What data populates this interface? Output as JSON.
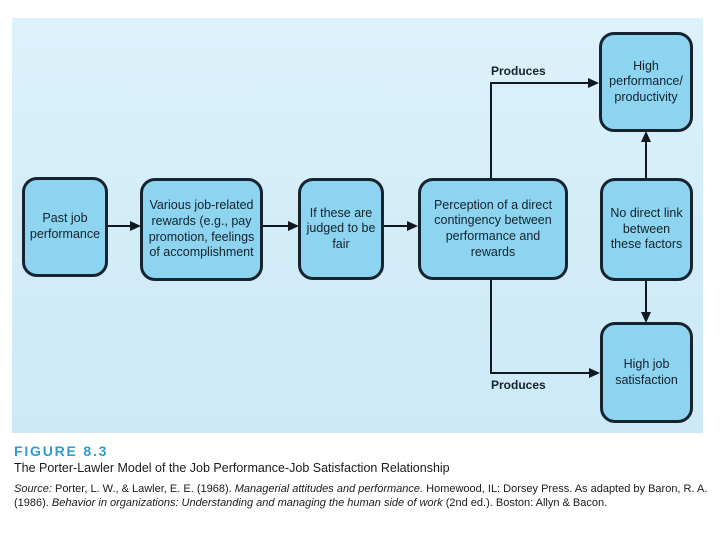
{
  "figure": {
    "label": "FIGURE 8.3",
    "caption": "The Porter-Lawler Model of the Job Performance-Job Satisfaction Relationship",
    "source": {
      "line1": {
        "label": "Source:",
        "text1": " Porter, L. W., & Lawler, E. E. (1968). ",
        "italic1": "Managerial attitudes and performance.",
        "text2": " Homewood, IL: Dorsey Press. As adapted by Baron, R. A."
      },
      "line2": {
        "text1": "(1986). ",
        "italic1": "Behavior in organizations: Understanding and managing the human side of work",
        "text2": " (2nd ed.). Boston: Allyn & Bacon."
      }
    }
  },
  "diagram": {
    "colors": {
      "panel_background": "#D4EDF9",
      "node_fill": "#8DD4F0",
      "node_border": "#16242F",
      "line": "#101820",
      "figure_label_accent": "#2E9CCF"
    },
    "nodes": [
      {
        "id": "past-job-performance",
        "label": "Past job performance"
      },
      {
        "id": "job-related-rewards",
        "label": "Various job-related rewards (e.g., pay promotion, feelings of accomplishment"
      },
      {
        "id": "judged-to-be-fair",
        "label": "If these are judged to be fair"
      },
      {
        "id": "perception-contingency",
        "label": "Perception of a direct contingency between performance and rewards"
      },
      {
        "id": "high-performance",
        "label": "High performance/ productivity"
      },
      {
        "id": "no-direct-link",
        "label": "No direct link between these factors"
      },
      {
        "id": "high-job-satisfaction",
        "label": "High job satisfaction"
      }
    ],
    "edge_labels": {
      "produces_top": "Produces",
      "produces_bottom": "Produces"
    }
  }
}
